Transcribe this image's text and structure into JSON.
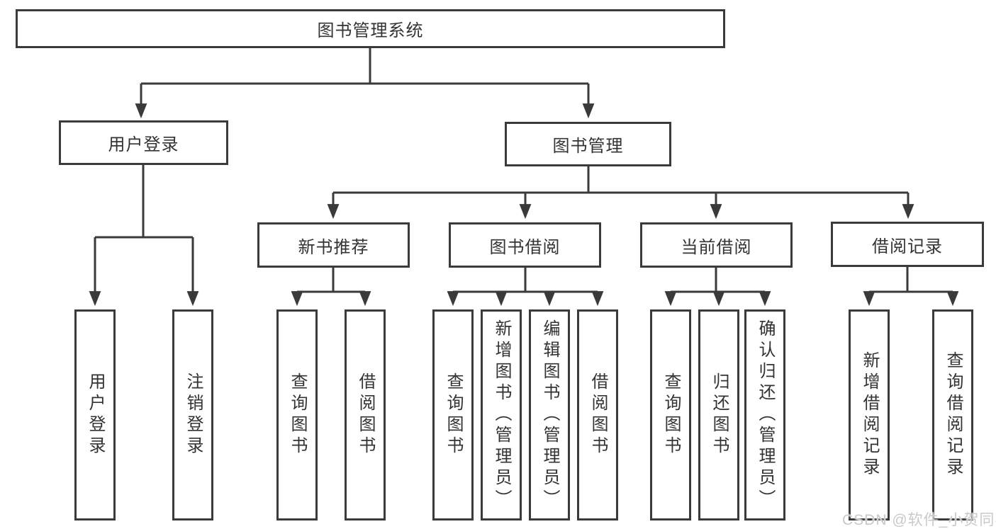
{
  "diagram_title": "图书管理系统",
  "tree": {
    "label": "图书管理系统",
    "children": [
      {
        "label": "用户登录",
        "children": [
          {
            "label": "用户登录"
          },
          {
            "label": "注销登录"
          }
        ]
      },
      {
        "label": "图书管理",
        "children": [
          {
            "label": "新书推荐",
            "children": [
              {
                "label": "查询图书"
              },
              {
                "label": "借阅图书"
              }
            ]
          },
          {
            "label": "图书借阅",
            "children": [
              {
                "label": "查询图书"
              },
              {
                "label": "新增图书（管理员）"
              },
              {
                "label": "编辑图书（管理员）"
              },
              {
                "label": "借阅图书"
              }
            ]
          },
          {
            "label": "当前借阅",
            "children": [
              {
                "label": "查询图书"
              },
              {
                "label": "归还图书"
              },
              {
                "label": "确认归还（管理员）"
              }
            ]
          },
          {
            "label": "借阅记录",
            "children": [
              {
                "label": "新增借阅记录"
              },
              {
                "label": "查询借阅记录"
              }
            ]
          }
        ]
      }
    ]
  },
  "watermark": "CSDN @软件_小贺同学",
  "colors": {
    "line": "#3a3a3a",
    "text": "#333333",
    "box_background": "#ffffff",
    "watermark": "#c9c9c9"
  }
}
